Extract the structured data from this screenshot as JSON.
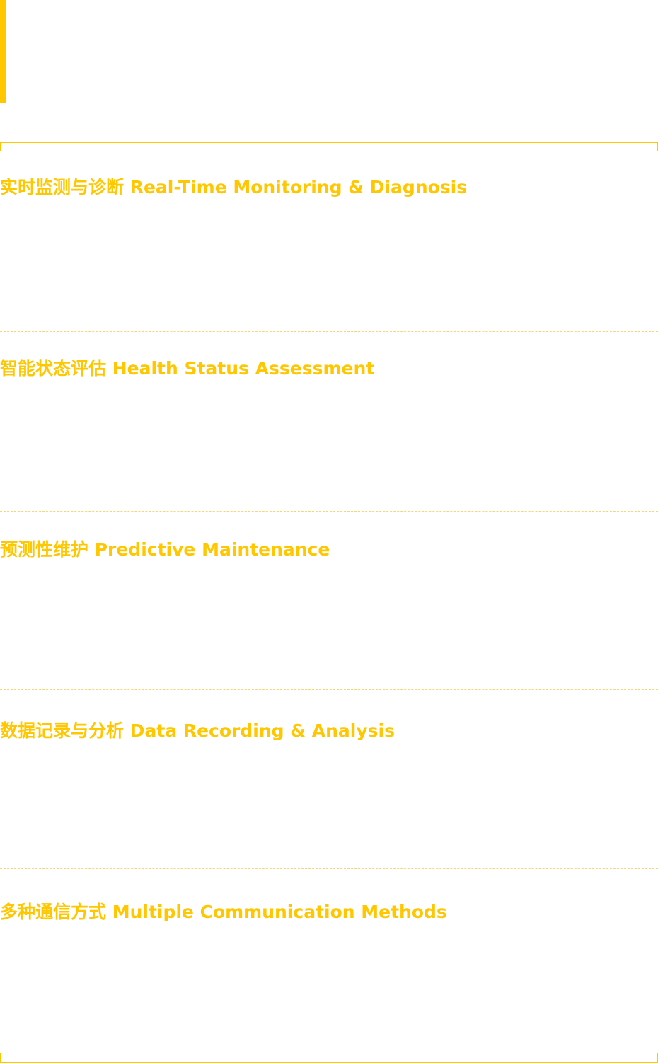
{
  "colors": {
    "accent": "#FFC700",
    "divider": "#F2D77A",
    "background": "#FFFFFF"
  },
  "features": [
    {
      "title": "实时监测与诊断 Real-Time Monitoring & Diagnosis"
    },
    {
      "title": "智能状态评估 Health Status Assessment"
    },
    {
      "title": "预测性维护 Predictive Maintenance"
    },
    {
      "title": "数据记录与分析 Data Recording & Analysis"
    },
    {
      "title": "多种通信方式 Multiple Communication Methods"
    }
  ]
}
